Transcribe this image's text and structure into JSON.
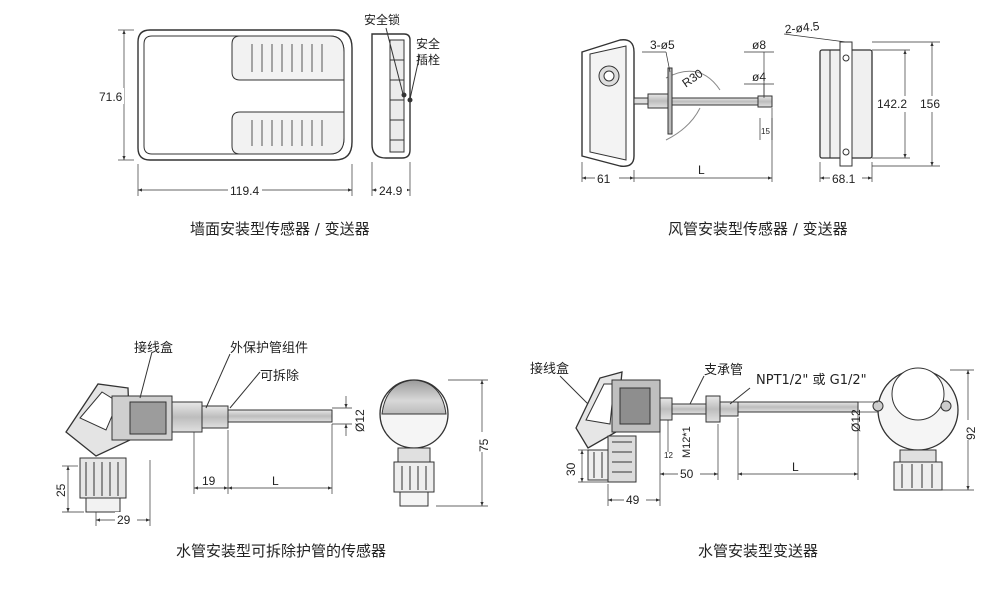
{
  "panels": {
    "wall": {
      "caption": "墙面安装型传感器 / 变送器",
      "dim_height": "71.6",
      "dim_width": "119.4",
      "dim_depth": "24.9",
      "label_lock": "安全锁",
      "label_pin_1": "安全",
      "label_pin_2": "插栓"
    },
    "duct": {
      "caption": "风管安装型传感器 / 变送器",
      "dim_holes": "3-ø5",
      "dim_radius": "R30",
      "dim_d8": "ø8",
      "dim_d4": "ø4",
      "dim_mount_holes": "2-ø4.5",
      "dim_15": "15",
      "dim_61": "61",
      "dim_L": "L",
      "dim_142": "142.2",
      "dim_156": "156",
      "dim_68": "68.1"
    },
    "pipe_removable": {
      "caption": "水管安装型可拆除护管的传感器",
      "label_box": "接线盒",
      "label_sheath": "外保护管组件",
      "label_removable": "可拆除",
      "dim_d12": "Ø12",
      "dim_75": "75",
      "dim_25": "25",
      "dim_29": "29",
      "dim_19": "19",
      "dim_L": "L"
    },
    "pipe_transmitter": {
      "caption": "水管安装型变送器",
      "label_box": "接线盒",
      "label_support": "支承管",
      "label_thread": "NPT1/2\" 或 G1/2\"",
      "dim_m12": "M12*1",
      "dim_12": "12",
      "dim_30": "30",
      "dim_49": "49",
      "dim_50": "50",
      "dim_L": "L",
      "dim_d12": "Ø12",
      "dim_92": "92"
    }
  }
}
